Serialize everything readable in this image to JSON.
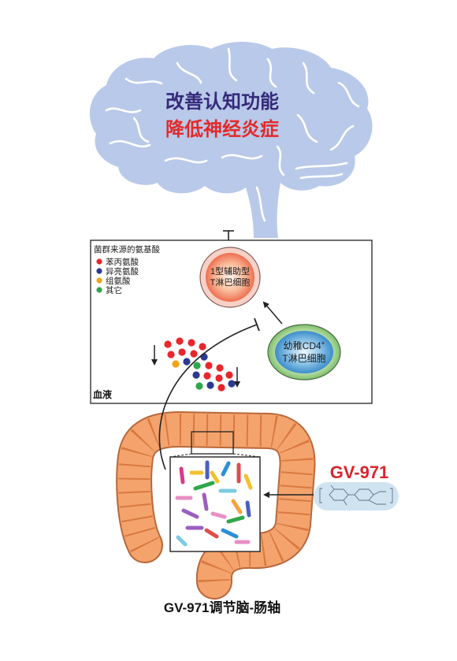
{
  "brain": {
    "line1": "改善认知功能",
    "line2": "降低神经炎症",
    "fill": "#b9c9e9",
    "line1_color": "#35297a",
    "line2_color": "#e22a2a"
  },
  "blood_box": {
    "legend_title": "菌群来源的氨基酸",
    "legend": [
      {
        "label": "苯丙氨酸",
        "color": "#e8262b"
      },
      {
        "label": "异亮氨酸",
        "color": "#2b3990"
      },
      {
        "label": "组氨酸",
        "color": "#f2a31b"
      },
      {
        "label": "其它",
        "color": "#2ea84a"
      }
    ],
    "th1_cell": {
      "line1": "1型辅助型",
      "line2": "T淋巴细胞"
    },
    "naive_cell": {
      "line1": "幼稚CD4",
      "line1_sup": "+",
      "line2": "T淋巴细胞"
    },
    "label": "血液"
  },
  "colon": {
    "fill": "#f4a36d",
    "outline": "#b9683a"
  },
  "drug": {
    "name": "GV-971",
    "color": "#d7262b"
  },
  "caption": "GV-971调节脑-肠轴"
}
